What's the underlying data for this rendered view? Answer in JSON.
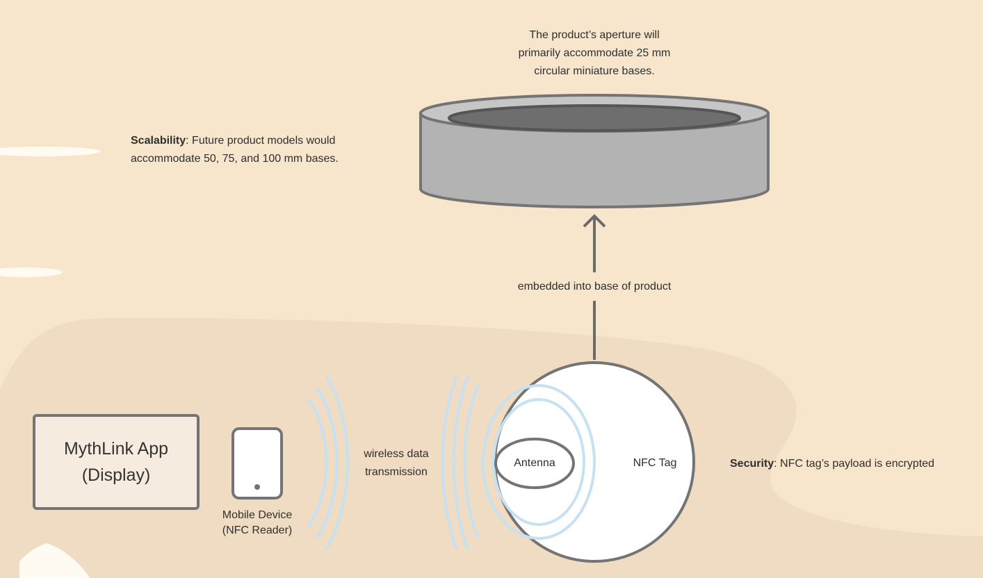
{
  "aperture_note": [
    "The product’s aperture will",
    "primarily accommodate 25 mm",
    "circular miniature bases."
  ],
  "scalability": {
    "label": "Scalability",
    "text_line1": ": Future product models would",
    "text_line2": "accommodate 50, 75, and 100 mm bases."
  },
  "embedded_label": "embedded into base of product",
  "app_box": {
    "line1": "MythLink App",
    "line2": "(Display)"
  },
  "mobile_device": {
    "line1": "Mobile Device",
    "line2": "(NFC Reader)"
  },
  "wireless_label": {
    "line1": "wireless data",
    "line2": "transmission"
  },
  "antenna_label": "Antenna",
  "nfc_tag_label": "NFC Tag",
  "security": {
    "label": "Security",
    "text": ": NFC tag’s payload is encrypted"
  },
  "colors": {
    "background": "#f7e5cc",
    "lower_band": "#efdcc2",
    "stroke": "#747474",
    "cylinder_body": "#b3b3b3",
    "aperture": "#6e6e6e",
    "wave": "#c6e1f2",
    "white": "#ffffff"
  }
}
